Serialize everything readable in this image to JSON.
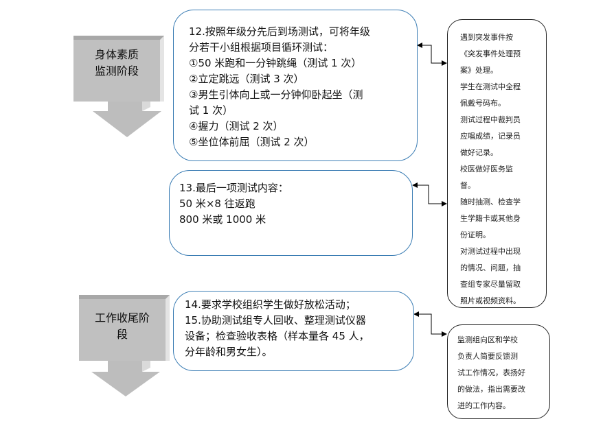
{
  "stages": [
    {
      "label_lines": [
        "身体素质",
        "监测阶段"
      ]
    },
    {
      "label_lines": [
        "工作收尾阶",
        "段"
      ]
    }
  ],
  "steps": [
    {
      "lines": [
        "12.按照年级分先后到场测试，可将年级",
        "分若干小组根据项目循环测试：",
        "①50 米跑和一分钟跳绳（测试 1 次）",
        "②立定跳远（测试 3 次）",
        "③男生引体向上或一分钟仰卧起坐（测",
        "试 1 次）",
        "④握力（测试 2 次）",
        "⑤坐位体前屈（测试 2 次）"
      ]
    },
    {
      "lines": [
        "13.最后一项测试内容：",
        "50 米×8 往返跑",
        "800 米或 1000 米"
      ]
    },
    {
      "lines": [
        "14.要求学校组织学生做好放松活动；",
        "15.协助测试组专人回收、整理测试仪器",
        "设备；检查验收表格（样本量各 45 人，",
        "分年龄和男女生）。"
      ]
    }
  ],
  "notes": [
    {
      "lines": [
        "遇到突发事件按",
        "《突发事件处理预",
        "案》处理。",
        "学生在测试中全程",
        "佩戴号码布。",
        "测试过程中裁判员",
        "应唱成绩，记录员",
        "做好记录。",
        "校医做好医务监",
        "督。",
        "随时抽测、检查学",
        "生学籍卡或其他身",
        "份证明。",
        "对测试过程中出现",
        "的情况、问题，抽",
        "查组专家尽量留取",
        "照片或视频资料。"
      ]
    },
    {
      "lines": [
        "监测组向区和学校",
        "负责人简要反馈测",
        "试工作情况，表扬好",
        "的做法，指出需要改",
        "进的工作内容。"
      ]
    }
  ],
  "colors": {
    "step_border": "#3b7db4",
    "stage_fill": "#c0c0c0"
  }
}
